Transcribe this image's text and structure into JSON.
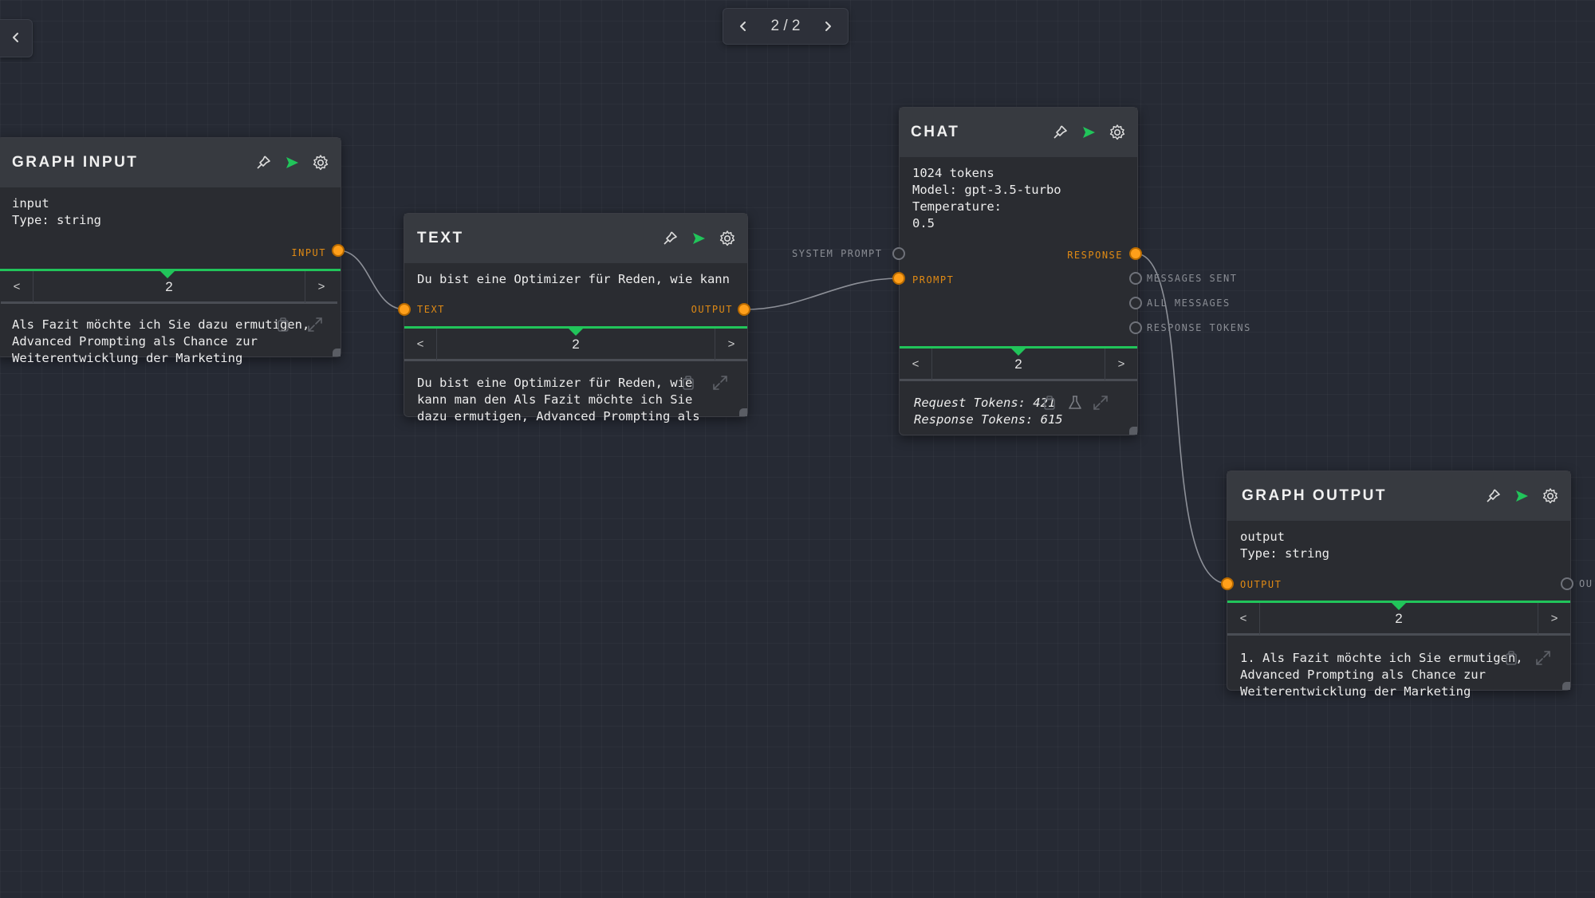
{
  "pager": {
    "count": "2 / 2"
  },
  "nodes": {
    "graph_input": {
      "title": "GRAPH INPUT",
      "body": "input\nType: string",
      "port_input": "INPUT",
      "page": "2",
      "prev": "<",
      "next": ">",
      "output": "Als Fazit möchte ich Sie dazu ermutigen,\nAdvanced Prompting als Chance zur\nWeiterentwicklung der Marketing"
    },
    "text": {
      "title": "TEXT",
      "body": "Du bist eine Optimizer für Reden, wie kann",
      "port_in": "TEXT",
      "port_out": "OUTPUT",
      "page": "2",
      "prev": "<",
      "next": ">",
      "output": "Du bist eine Optimizer für Reden, wie\nkann man den Als Fazit möchte ich Sie\ndazu ermutigen, Advanced Prompting als"
    },
    "chat": {
      "title": "CHAT",
      "body": "1024 tokens\nModel: gpt-3.5-turbo\nTemperature:\n0.5",
      "port_system_prompt": "SYSTEM PROMPT",
      "port_prompt": "PROMPT",
      "port_response": "RESPONSE",
      "port_messages_sent": "MESSAGES SENT",
      "port_all_messages": "ALL MESSAGES",
      "port_response_tokens": "RESPONSE TOKENS",
      "page": "2",
      "prev": "<",
      "next": ">",
      "output": "Request Tokens: 421\nResponse Tokens: 615"
    },
    "graph_output": {
      "title": "GRAPH OUTPUT",
      "body": "output\nType: string",
      "port_output": "OUTPUT",
      "port_output_right": "OU",
      "page": "2",
      "prev": "<",
      "next": ">",
      "output": "1. Als Fazit möchte ich Sie ermutigen,\nAdvanced Prompting als Chance zur\nWeiterentwicklung der Marketing"
    }
  },
  "colors": {
    "accent_green": "#21c45a",
    "port_orange": "#ff9f1a",
    "label_orange": "#e08a14",
    "background": "#262a34"
  },
  "icons": [
    "chevron-left-icon",
    "chevron-right-icon",
    "pin-icon",
    "play-icon",
    "gear-icon",
    "copy-icon",
    "expand-icon",
    "flask-icon"
  ]
}
